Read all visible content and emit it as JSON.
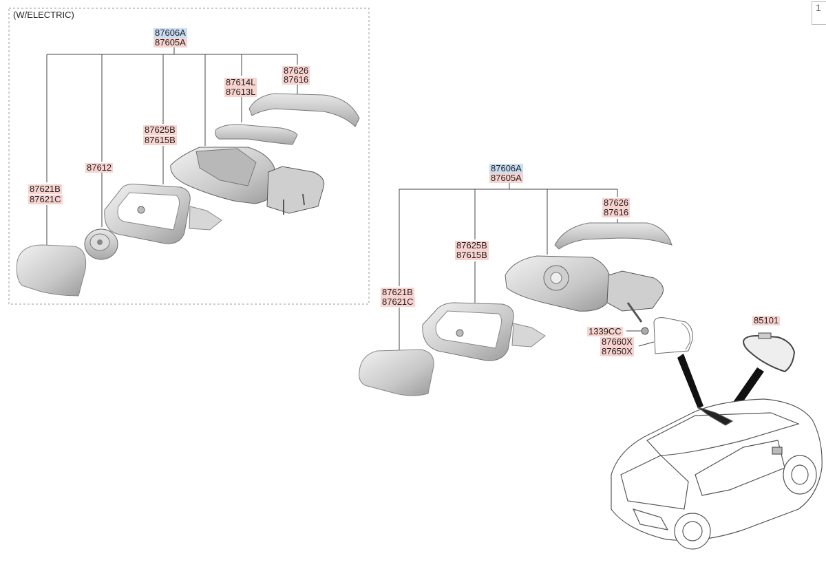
{
  "group_title": "(W/ELECTRIC)",
  "page_marker": "1",
  "electric_group": {
    "assy_lhd": "87606A",
    "assy_rhd": "87605A",
    "cover_top_1": "87626",
    "cover_top_2": "87616",
    "cover_lower_1": "87614L",
    "cover_lower_2": "87613L",
    "housing_1": "87625B",
    "housing_2": "87615B",
    "actuator": "87612",
    "glass_1": "87621B",
    "glass_2": "87621C"
  },
  "manual_group": {
    "assy_lhd": "87606A",
    "assy_rhd": "87605A",
    "cover_top_1": "87626",
    "cover_top_2": "87616",
    "housing_1": "87625B",
    "housing_2": "87615B",
    "glass_1": "87621B",
    "glass_2": "87621C",
    "screw": "1339CC",
    "inside_cover_1": "87660X",
    "inside_cover_2": "87650X"
  },
  "inside_mirror": "85101"
}
